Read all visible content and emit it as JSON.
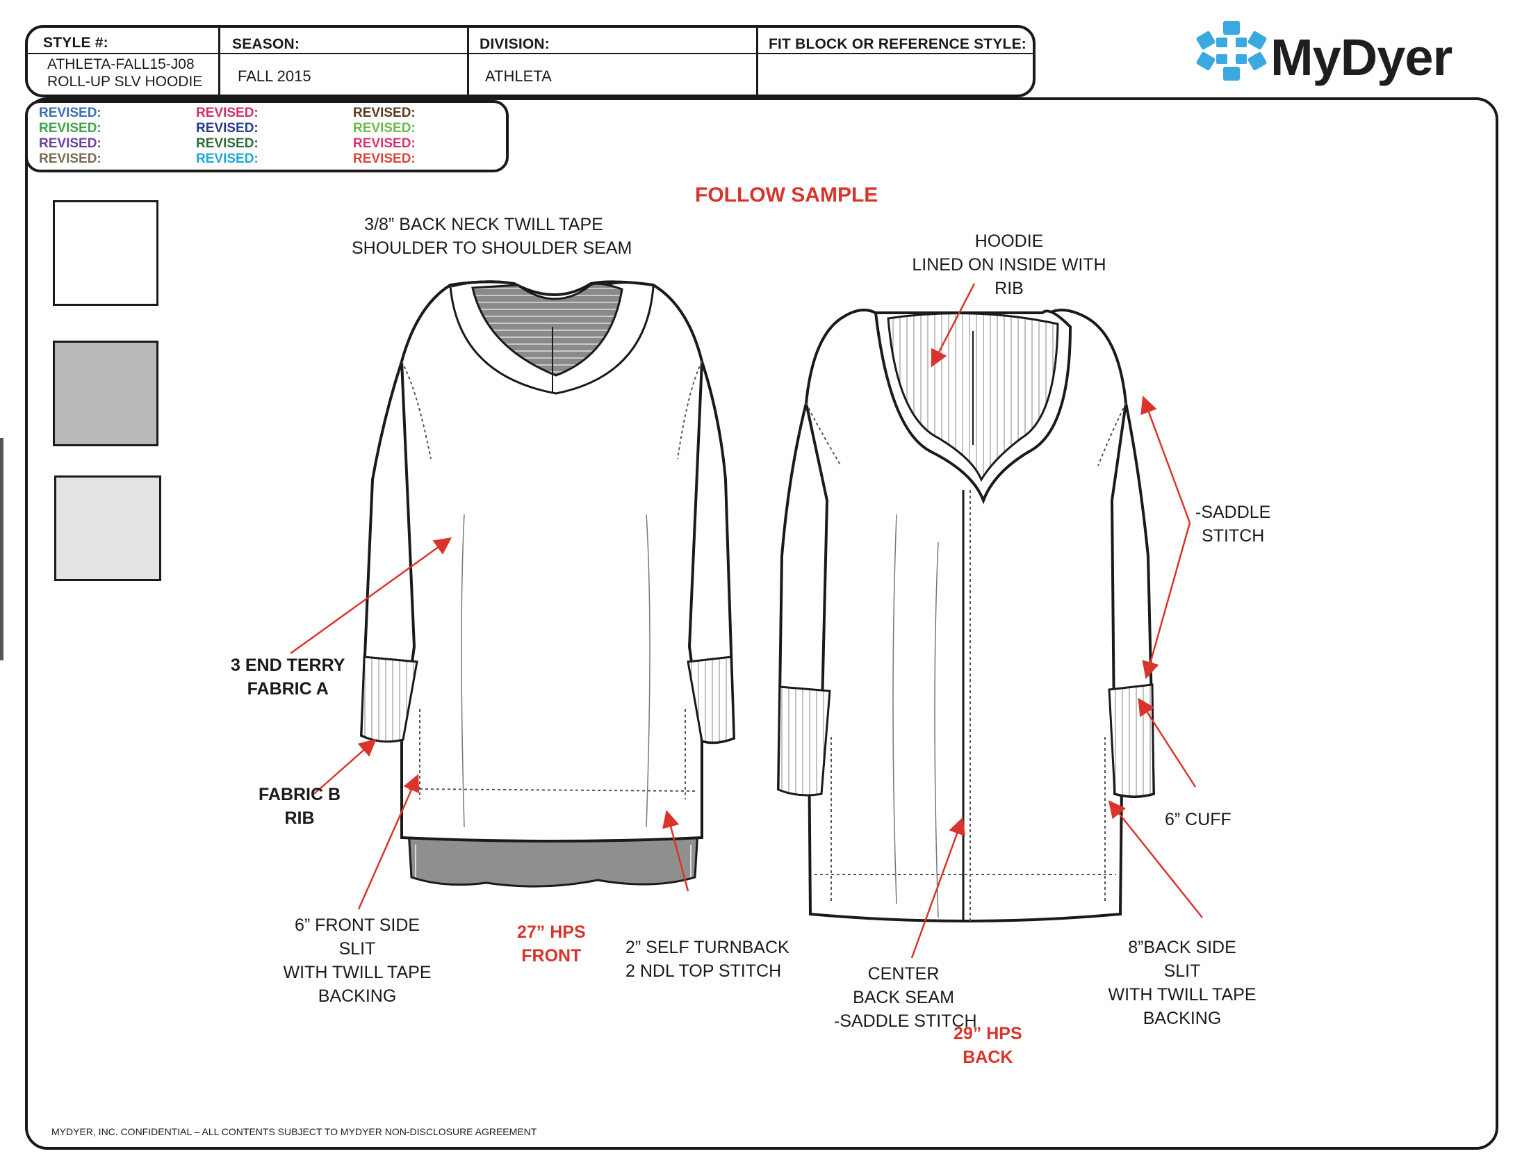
{
  "header": {
    "style_label": "STYLE #:",
    "style_line1": "ATHLETA-FALL15-J08",
    "style_line2": "ROLL-UP SLV HOODIE",
    "season_label": "SEASON:",
    "season_value": "FALL 2015",
    "division_label": "DIVISION:",
    "division_value": "ATHLETA",
    "fit_label": "FIT BLOCK OR REFERENCE STYLE:",
    "fit_value": ""
  },
  "logo": {
    "text": "MyDyer",
    "icon": "snowflake-logo-icon",
    "color": "#39a9e0"
  },
  "revisions": [
    {
      "label": "REVISED:",
      "color": "#3a6fb5"
    },
    {
      "label": "REVISED:",
      "color": "#3fa34d"
    },
    {
      "label": "REVISED:",
      "color": "#6b3fa0"
    },
    {
      "label": "REVISED:",
      "color": "#7a6a55"
    },
    {
      "label": "REVISED:",
      "color": "#d12f6a"
    },
    {
      "label": "REVISED:",
      "color": "#2a3b8f"
    },
    {
      "label": "REVISED:",
      "color": "#2f6b3a"
    },
    {
      "label": "REVISED:",
      "color": "#1aa6d9"
    },
    {
      "label": "REVISED:",
      "color": "#5a3a1e"
    },
    {
      "label": "REVISED:",
      "color": "#6cb84a"
    },
    {
      "label": "REVISED:",
      "color": "#d6336c"
    },
    {
      "label": "REVISED:",
      "color": "#d9453a"
    }
  ],
  "swatches": [
    {
      "color": "#ffffff"
    },
    {
      "color": "#b9b9b9"
    },
    {
      "color": "#e3e3e3"
    }
  ],
  "annotations": {
    "follow_sample": "FOLLOW SAMPLE",
    "neck_tape_1": "3/8” BACK NECK TWILL TAPE",
    "neck_tape_2": "SHOULDER TO SHOULDER SEAM",
    "hoodie_1": "HOODIE",
    "hoodie_2": "LINED ON INSIDE WITH",
    "hoodie_3": "RIB",
    "saddle_1": "-SADDLE",
    "saddle_2": "STITCH",
    "terry_1": "3 END TERRY",
    "terry_2": "FABRIC A",
    "fabricb_1": "FABRIC B",
    "fabricb_2": "RIB",
    "cuff": "6” CUFF",
    "front_slit_1": "6” FRONT SIDE",
    "front_slit_2": "SLIT",
    "front_slit_3": "WITH TWILL TAPE",
    "front_slit_4": "BACKING",
    "hps_front_1": "27” HPS",
    "hps_front_2": "FRONT",
    "turnback_1": "2” SELF TURNBACK",
    "turnback_2": "2 NDL TOP STITCH",
    "center_1": "CENTER",
    "center_2": "BACK SEAM",
    "center_3": "-SADDLE STITCH",
    "hps_back_1": "29” HPS",
    "hps_back_2": "BACK",
    "back_slit_1": "8”BACK SIDE",
    "back_slit_2": "SLIT",
    "back_slit_3": "WITH TWILL TAPE",
    "back_slit_4": "BACKING"
  },
  "footer": "MYDYER, INC. CONFIDENTIAL –  ALL CONTENTS SUBJECT TO MYDYER NON-DISCLOSURE AGREEMENT"
}
